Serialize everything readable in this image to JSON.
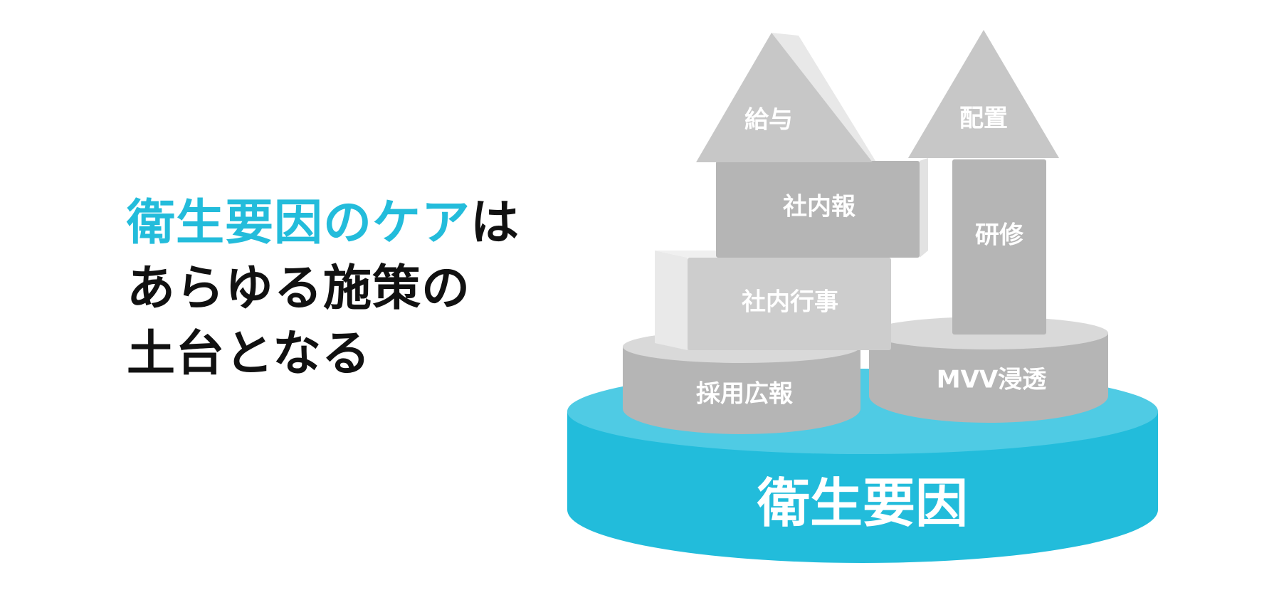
{
  "headline": {
    "line1_accent": "衛生要因のケア",
    "line1_rest": "は",
    "line2": "あらゆる施策の",
    "line3": "土台となる"
  },
  "diagram": {
    "base_label": "衛生要因",
    "blocks": {
      "recruiting_pr": "採用広報",
      "mvv": "MVV浸透",
      "company_events": "社内行事",
      "company_newsletter": "社内報",
      "training": "研修",
      "salary": "給与",
      "placement": "配置"
    }
  },
  "colors": {
    "accent": "#23bcdb",
    "text": "#111111",
    "block_gray": "#b5b5b5",
    "block_light": "#cdcdcd"
  }
}
